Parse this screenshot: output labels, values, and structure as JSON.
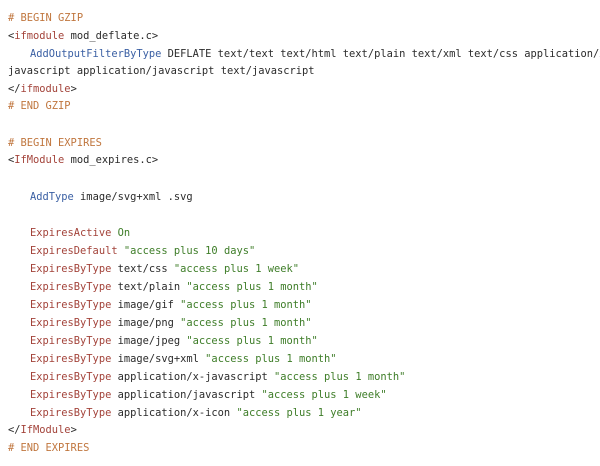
{
  "code": {
    "lines": {
      "l1": "# BEGIN GZIP",
      "l2_open": "<",
      "l2_tag": "ifmodule",
      "l2_arg": " mod_deflate.c",
      "l2_close": ">",
      "l3_dir": "AddOutputFilterByType",
      "l3_rest": " DEFLATE text/text text/html text/plain text/xml text/css application/x-",
      "l4": "javascript application/javascript text/javascript",
      "l5_open": "</",
      "l5_tag": "ifmodule",
      "l5_close": ">",
      "l6": "# END GZIP",
      "l8": "# BEGIN EXPIRES",
      "l9_open": "<",
      "l9_tag": "IfModule",
      "l9_arg": " mod_expires.c",
      "l9_close": ">",
      "l11_dir": "AddType",
      "l11_rest": " image/svg+xml .svg",
      "l13_dir": "ExpiresActive",
      "l13_rest": " On",
      "l14_dir": "ExpiresDefault",
      "l14_str": " \"access plus 10 days\"",
      "l15_dir": "ExpiresByType",
      "l15_type": " text/css",
      "l15_str": " \"access plus 1 week\"",
      "l16_dir": "ExpiresByType",
      "l16_type": " text/plain",
      "l16_str": " \"access plus 1 month\"",
      "l17_dir": "ExpiresByType",
      "l17_type": " image/gif",
      "l17_str": " \"access plus 1 month\"",
      "l18_dir": "ExpiresByType",
      "l18_type": " image/png",
      "l18_str": " \"access plus 1 month\"",
      "l19_dir": "ExpiresByType",
      "l19_type": " image/jpeg",
      "l19_str": " \"access plus 1 month\"",
      "l20_dir": "ExpiresByType",
      "l20_type": " image/svg+xml",
      "l20_str": " \"access plus 1 month\"",
      "l21_dir": "ExpiresByType",
      "l21_type": " application/x-javascript",
      "l21_str": " \"access plus 1 month\"",
      "l22_dir": "ExpiresByType",
      "l22_type": " application/javascript",
      "l22_str": " \"access plus 1 week\"",
      "l23_dir": "ExpiresByType",
      "l23_type": " application/x-icon",
      "l23_str": " \"access plus 1 year\"",
      "l24_open": "</",
      "l24_tag": "IfModule",
      "l24_close": ">",
      "l25": "# END EXPIRES"
    }
  }
}
